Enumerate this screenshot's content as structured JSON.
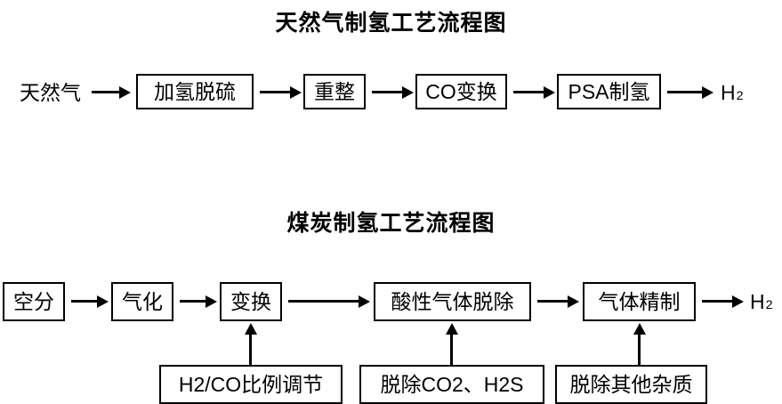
{
  "diagram": {
    "background_color": "#ffffff",
    "line_color": "#000000",
    "sections": [
      {
        "id": "natural-gas",
        "title": "天然气制氢工艺流程图",
        "input_label": "天然气",
        "output_label": "H",
        "output_subscript": "2",
        "nodes": [
          {
            "label": "加氢脱硫"
          },
          {
            "label": "重整"
          },
          {
            "label": "CO变换"
          },
          {
            "label": "PSA制氢"
          }
        ]
      },
      {
        "id": "coal",
        "title": "煤炭制氢工艺流程图",
        "output_label": "H",
        "output_subscript": "2",
        "nodes": [
          {
            "label": "空分"
          },
          {
            "label": "气化"
          },
          {
            "label": "变换"
          },
          {
            "label": "酸性气体脱除"
          },
          {
            "label": "气体精制"
          }
        ],
        "annotations": [
          {
            "label": "H2/CO比例调节",
            "target": "变换"
          },
          {
            "label": "脱除CO2、H2S",
            "target": "酸性气体脱除"
          },
          {
            "label": "脱除其他杂质",
            "target": "气体精制"
          }
        ]
      }
    ]
  }
}
